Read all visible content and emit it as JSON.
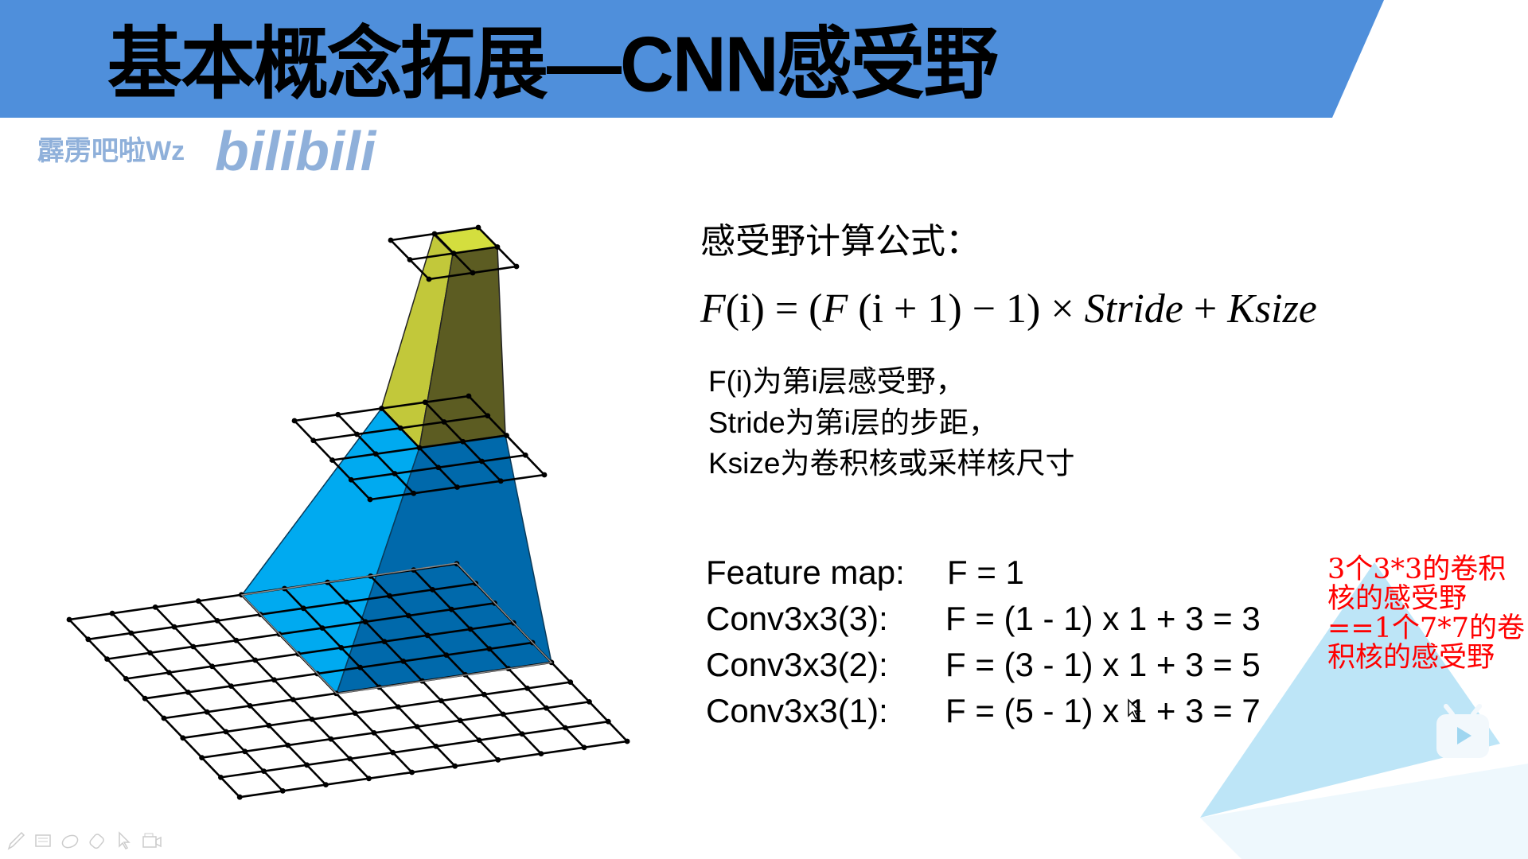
{
  "header": {
    "title": "基本概念拓展—CNN感受野",
    "watermark": "霹雳吧啦Wz",
    "watermark_logo": "bilibili",
    "band_color": "#4f8fdb"
  },
  "content": {
    "heading": "感受野计算公式：",
    "formula": {
      "lhs": "F",
      "lhs_arg": "(i)",
      "eq": " = (",
      "f2": "F",
      "f2_arg": " (i + 1) − 1) × ",
      "stride": "Stride",
      "plus": " + ",
      "ksize": "Ksize"
    },
    "descriptions": [
      "F(i)为第i层感受野，",
      "Stride为第i层的步距，",
      "Ksize为卷积核或采样核尺寸"
    ],
    "rows": [
      {
        "label": "Feature map:",
        "equation": "F = 1"
      },
      {
        "label": "Conv3x3(3):",
        "equation": "F = (1 - 1) x 1 + 3 = 3"
      },
      {
        "label": "Conv3x3(2):",
        "equation": "F = (3 - 1) x 1 + 3 = 5"
      },
      {
        "label": "Conv3x3(1):",
        "equation": "F = (5 - 1) x 1 + 3 = 7"
      }
    ],
    "note": "3个3*3的卷积核的感受野==1个7*7的卷积核的感受野",
    "note_color": "#ff0000"
  },
  "diagram": {
    "colors": {
      "light_blue": "#00aaf0",
      "dark_blue": "#0069ab",
      "yellow": "#c2c83a",
      "olive": "#5c5c22",
      "top_yellow": "#d4de3e"
    }
  },
  "toolbar": {
    "icons": [
      "pen-icon",
      "slide-icon",
      "highlighter-icon",
      "eraser-icon",
      "pointer-icon",
      "camera-icon"
    ]
  }
}
